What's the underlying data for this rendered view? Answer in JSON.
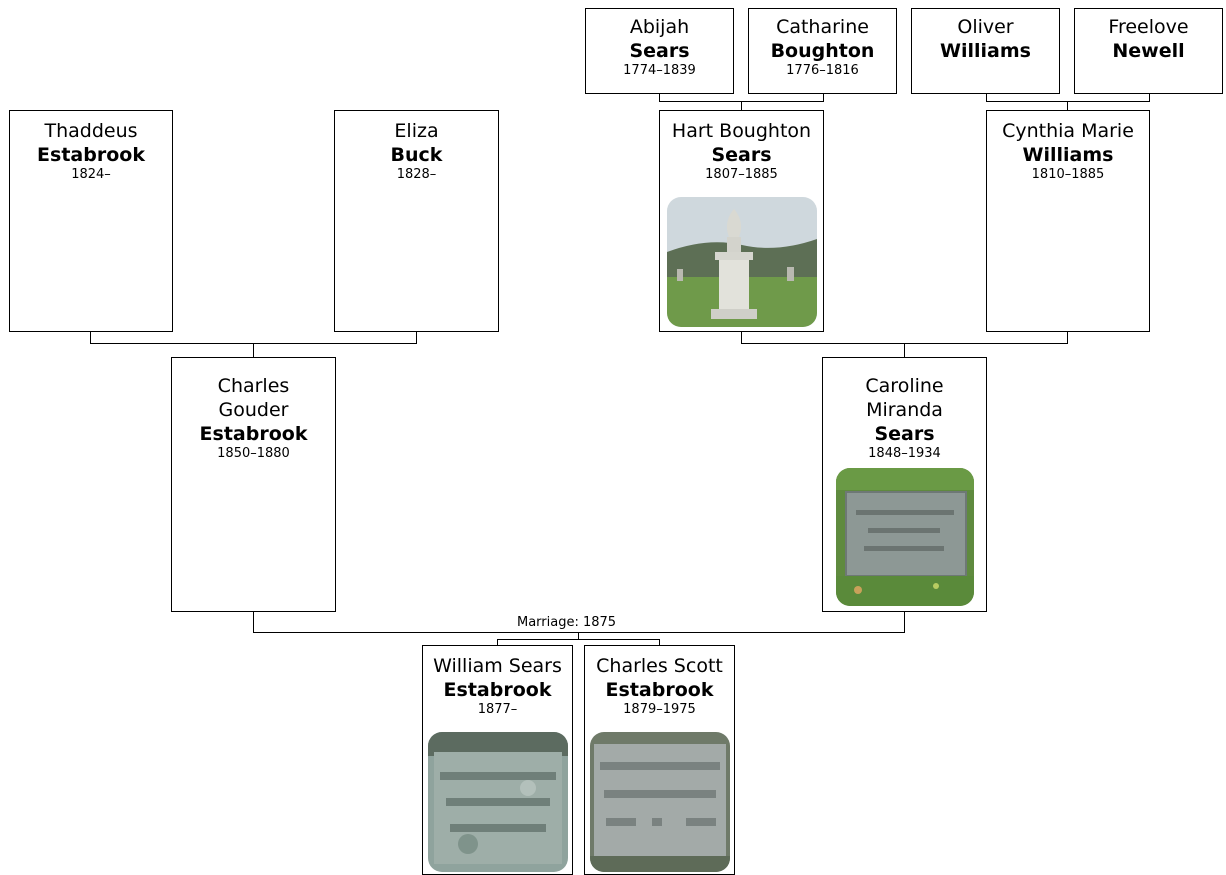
{
  "people": {
    "abijah": {
      "given": "Abijah",
      "surname": "Sears",
      "dates": "1774–1839"
    },
    "catharine": {
      "given": "Catharine",
      "surname": "Boughton",
      "dates": "1776–1816"
    },
    "oliver": {
      "given": "Oliver",
      "surname": "Williams",
      "dates": ""
    },
    "freelove": {
      "given": "Freelove",
      "surname": "Newell",
      "dates": ""
    },
    "thaddeus": {
      "given": "Thaddeus",
      "surname": "Estabrook",
      "dates": "1824–"
    },
    "eliza": {
      "given": "Eliza",
      "surname": "Buck",
      "dates": "1828–"
    },
    "hart": {
      "given": "Hart Boughton",
      "surname": "Sears",
      "dates": "1807–1885"
    },
    "cynthia": {
      "given": "Cynthia Marie",
      "surname": "Williams",
      "dates": "1810–1885"
    },
    "charles_g": {
      "given": "Charles Gouder",
      "surname": "Estabrook",
      "dates": "1850–1880"
    },
    "caroline": {
      "given": "Caroline Miranda",
      "surname": "Sears",
      "dates": "1848–1934"
    },
    "william": {
      "given": "William Sears",
      "surname": "Estabrook",
      "dates": "1877–"
    },
    "charles_s": {
      "given": "Charles Scott",
      "surname": "Estabrook",
      "dates": "1879–1975"
    }
  },
  "marriage_label": "Marriage: 1875",
  "colors": {
    "grass": "#6f9a4a",
    "stone_gray": "#9aa3a1",
    "sky": "#cfd8dd"
  }
}
